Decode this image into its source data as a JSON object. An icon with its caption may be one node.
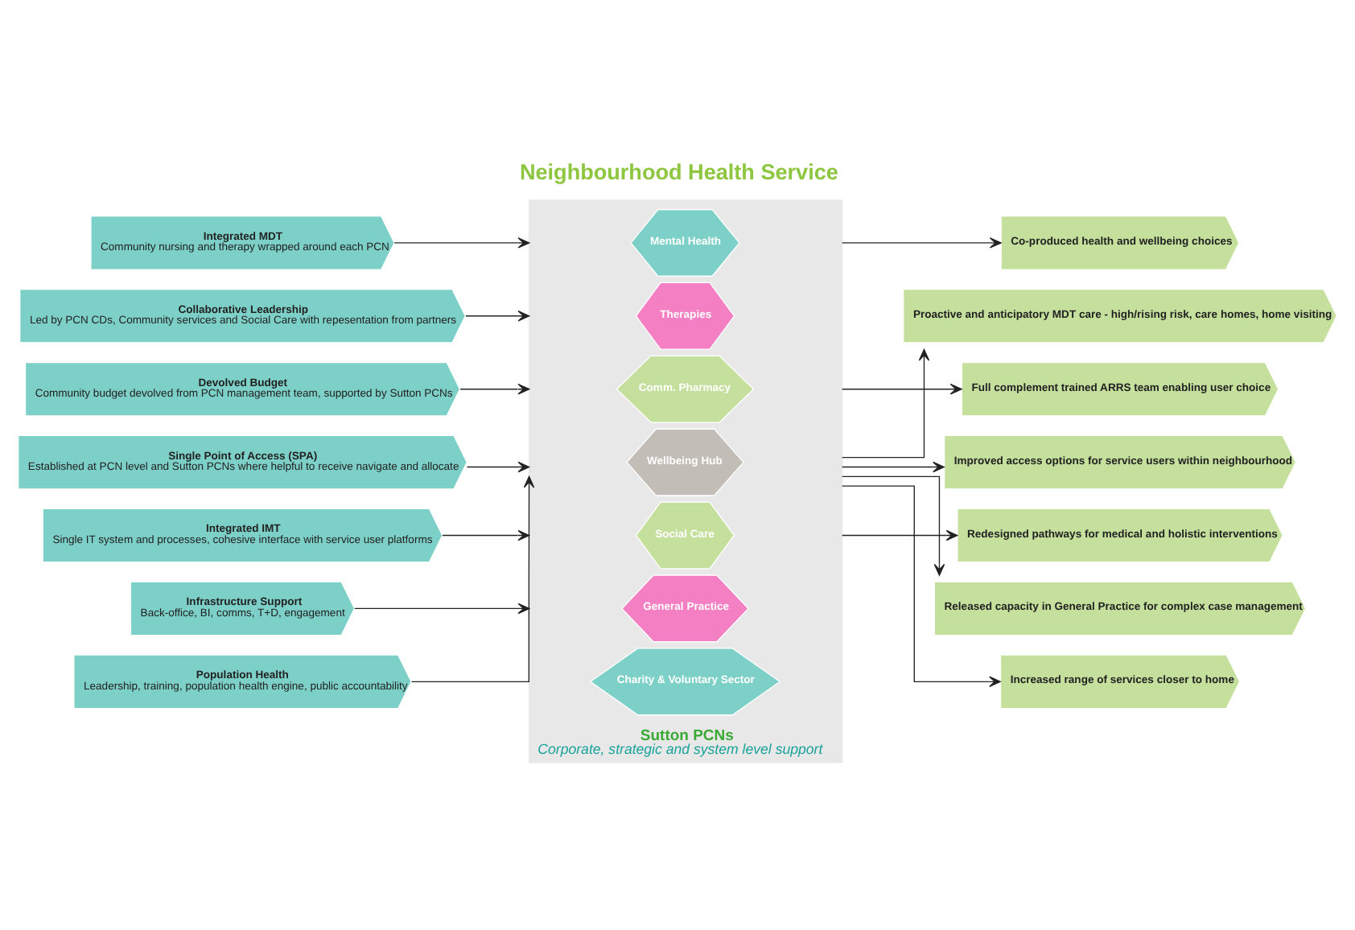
{
  "diagram": {
    "title": "Neighbourhood Health Service",
    "nodes": [
      {
        "text": [
          "Integrated MDT",
          "Community nursing and therapy wrapped around each PCN"
        ]
      },
      {
        "text": [
          "Collaborative Leadership",
          "Led by PCN CDs, Community services and Social Care with repesentation from partners"
        ]
      },
      {
        "text": [
          "Devolved Budget",
          "Community budget devolved from PCN management team, supported by Sutton PCNs"
        ]
      },
      {
        "text": [
          "Single Point of Access (SPA)",
          "Established at PCN level and Sutton PCNs where helpful to receive navigate and allocate"
        ]
      },
      {
        "text": [
          "Integrated IMT",
          "Single IT system and processes, cohesive interface with service user platforms"
        ]
      },
      {
        "text": [
          "Infrastructure Support",
          "Back-office, BI, comms, T+D, engagement"
        ]
      },
      {
        "text": [
          "Population Health",
          "Leadership, training, population health engine, public accountability"
        ]
      },
      {
        "text": [
          "Sutton PCNs",
          "Corporate, strategic and system level support"
        ]
      },
      {
        "text": [
          "Mental Health"
        ],
        "in": 7
      },
      {
        "text": [
          "Therapies"
        ],
        "in": 7
      },
      {
        "text": [
          "Comm. Pharmacy"
        ],
        "in": 7
      },
      {
        "text": [
          "Wellbeing Hub"
        ],
        "in": 7
      },
      {
        "text": [
          "Social Care"
        ],
        "in": 7
      },
      {
        "text": [
          "General Practice"
        ],
        "in": 7
      },
      {
        "text": [
          "Charity & Voluntary Sector"
        ],
        "in": 7
      },
      {
        "text": [
          "Co-produced health and wellbeing choices"
        ]
      },
      {
        "text": [
          "Proactive and anticipatory MDT care - high/rising risk, care homes, home visiting"
        ]
      },
      {
        "text": [
          "Full complement trained ARRS team enabling user choice"
        ]
      },
      {
        "text": [
          "Improved access options for service users within neighbourhood"
        ]
      },
      {
        "text": [
          "Redesigned pathways for medical and holistic interventions"
        ]
      },
      {
        "text": [
          "Released capacity in General Practice for complex case management"
        ]
      },
      {
        "text": [
          "Increased range of services closer to home"
        ]
      }
    ],
    "edges": [
      {
        "from": 0,
        "to": 7,
        "arrow": "to"
      },
      {
        "from": 1,
        "to": 7,
        "arrow": "to"
      },
      {
        "from": 2,
        "to": 7,
        "arrow": "to"
      },
      {
        "from": 3,
        "to": 7,
        "arrow": "to"
      },
      {
        "from": 4,
        "to": 7,
        "arrow": "to"
      },
      {
        "from": 5,
        "to": 7,
        "arrow": "to"
      },
      {
        "from": 6,
        "to": 7,
        "arrow": "to"
      },
      {
        "from": 7,
        "to": 15,
        "arrow": "to"
      },
      {
        "from": 7,
        "to": 16,
        "arrow": "to"
      },
      {
        "from": 7,
        "to": 17,
        "arrow": "to"
      },
      {
        "from": 7,
        "to": 18,
        "arrow": "to"
      },
      {
        "from": 7,
        "to": 19,
        "arrow": "to"
      },
      {
        "from": 7,
        "to": 20,
        "arrow": "to"
      },
      {
        "from": 7,
        "to": 21,
        "arrow": "to"
      }
    ]
  }
}
